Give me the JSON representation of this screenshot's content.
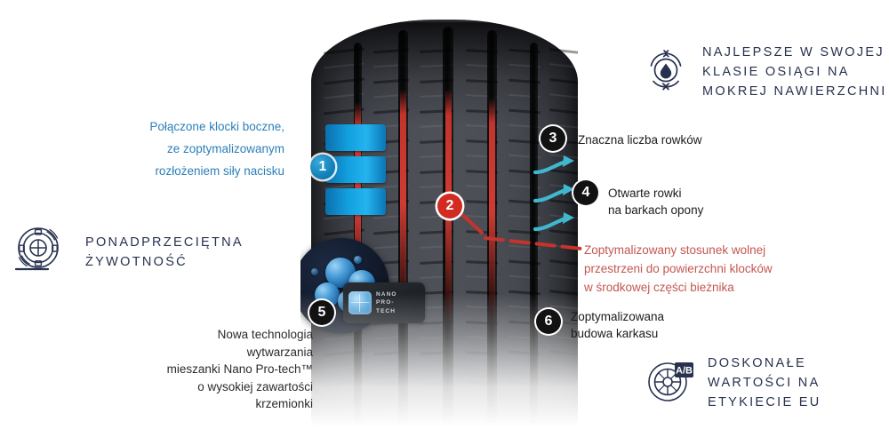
{
  "page": {
    "title": "Infografika opony — cechy bieżnika",
    "background": "#ffffff"
  },
  "colors": {
    "blue_text": "#2c7fb8",
    "navy": "#27324f",
    "red": "#c4342c",
    "red_text": "#c4574f",
    "cyan": "#3fb8cf",
    "marker_black": "#121212",
    "marker_red": "#d22b22",
    "marker_blue": "#1585bd"
  },
  "features": [
    {
      "id": "wet-performance",
      "icon": "water-drop-cycle-icon",
      "lines": [
        "NAJLEPSZE W SWOJEJ",
        "KLASIE OSIĄGI NA",
        "MOKREJ NAWIERZCHNI"
      ]
    },
    {
      "id": "durability",
      "icon": "tire-wheel-durability-icon",
      "lines": [
        "PONADPRZECIĘTNA",
        "ŻYWOTNOŚĆ"
      ]
    },
    {
      "id": "eu-label",
      "icon": "eu-label-wheel-icon",
      "badge": "A/B",
      "lines": [
        "DOSKONAŁE",
        "WARTOŚCI NA",
        "ETYKIECIE EU"
      ]
    }
  ],
  "callouts": [
    {
      "number": "1",
      "marker_style": "blue",
      "lines": [
        "Połączone klocki boczne,",
        "ze zoptymalizowanym",
        "rozłożeniem siły nacisku"
      ]
    },
    {
      "number": "2",
      "marker_style": "red",
      "lines": [
        "Zoptymalizowany stosunek wolnej",
        "przestrzeni do powierzchni klocków",
        "w środkowej części bieżnika"
      ]
    },
    {
      "number": "3",
      "marker_style": "black",
      "lines": [
        "Znaczna liczba rowków"
      ]
    },
    {
      "number": "4",
      "marker_style": "black",
      "lines": [
        "Otwarte rowki",
        "na barkach opony"
      ]
    },
    {
      "number": "5",
      "marker_style": "black",
      "lines": [
        "Nowa technologia",
        "wytwarzania",
        "mieszanki Nano Pro-tech™",
        "o wysokiej zawartości",
        "krzemionki"
      ]
    },
    {
      "number": "6",
      "marker_style": "black",
      "lines": [
        "Zoptymalizowana",
        "budowa karkasu"
      ]
    }
  ],
  "badge": {
    "nano": {
      "line1": "NANO",
      "line2": "PRO-",
      "line3": "TECH"
    }
  },
  "text": {
    "c1_l1": "Połączone klocki boczne,",
    "c1_l2": "ze zoptymalizowanym",
    "c1_l3": "rozłożeniem siły nacisku",
    "c2_l1": "Zoptymalizowany stosunek wolnej",
    "c2_l2": "przestrzeni do powierzchni klocków",
    "c2_l3": "w środkowej części bieżnika",
    "c3_l1": "Znaczna liczba rowków",
    "c4_l1": "Otwarte rowki",
    "c4_l2": "na barkach opony",
    "c5_l1": "Nowa technologia",
    "c5_l2": "wytwarzania",
    "c5_l3": "mieszanki Nano Pro-tech™",
    "c5_l4": "o wysokiej zawartości",
    "c5_l5": "krzemionki",
    "c6_l1": "Zoptymalizowana",
    "c6_l2": "budowa karkasu",
    "f1_l1": "NAJLEPSZE W SWOJEJ",
    "f1_l2": "KLASIE OSIĄGI NA",
    "f1_l3": "MOKREJ NAWIERZCHNI",
    "f2_l1": "PONADPRZECIĘTNA",
    "f2_l2": "ŻYWOTNOŚĆ",
    "f3_l1": "DOSKONAŁE",
    "f3_l2": "WARTOŚCI NA",
    "f3_l3": "ETYKIECIE EU",
    "eu_badge": "A/B",
    "m1": "1",
    "m2": "2",
    "m3": "3",
    "m4": "4",
    "m5": "5",
    "m6": "6",
    "nano1": "NANO",
    "nano2": "PRO-",
    "nano3": "TECH"
  }
}
